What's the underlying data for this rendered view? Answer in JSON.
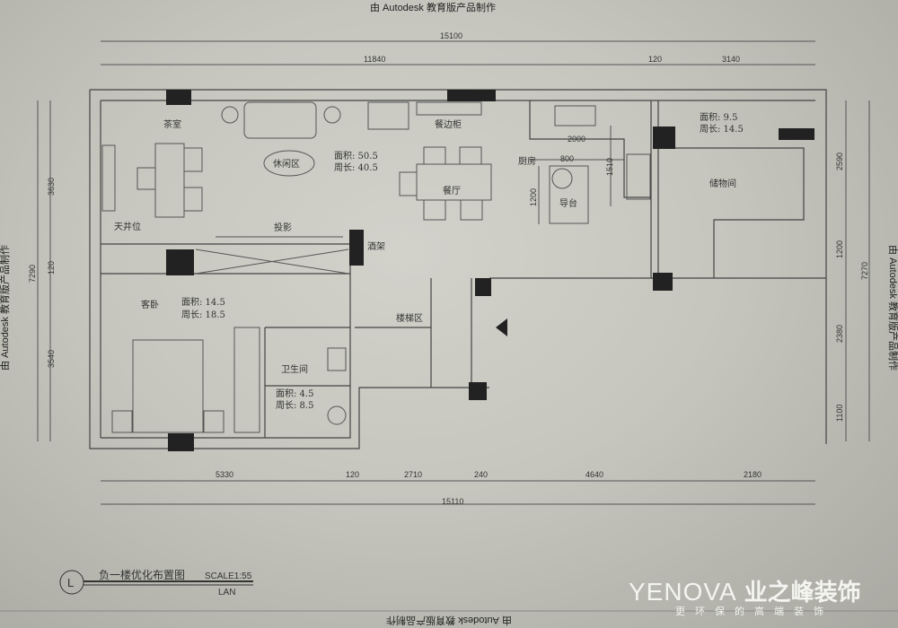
{
  "watermark": "由 Autodesk 教育版产品制作",
  "rooms": {
    "tea_room": "茶室",
    "leisure": "休闲区",
    "sideboard": "餐边柜",
    "dining": "餐厅",
    "kitchen": "厨房",
    "island": "导台",
    "storage": "储物间",
    "courtyard": "天井位",
    "projection": "投影",
    "wine_rack": "酒架",
    "guest_bedroom": "客卧",
    "bathroom": "卫生间",
    "stairs": "楼梯区"
  },
  "areas": {
    "main": {
      "area": "面积: 50.5",
      "perimeter": "周长: 40.5"
    },
    "storage": {
      "area": "面积: 9.5",
      "perimeter": "周长: 14.5"
    },
    "bedroom": {
      "area": "面积: 14.5",
      "perimeter": "周长: 18.5"
    },
    "bathroom": {
      "area": "面积: 4.5",
      "perimeter": "周长: 8.5"
    }
  },
  "dims": {
    "top_total": "15100",
    "top": [
      "11840",
      "120",
      "3140"
    ],
    "bottom": [
      "5330",
      "120",
      "2710",
      "240",
      "4640",
      "2180"
    ],
    "bottom_total": "15110",
    "left": [
      "3630",
      "120",
      "3540"
    ],
    "left_total": "7290",
    "right": [
      "2590",
      "1200",
      "2380",
      "1100"
    ],
    "right_total": "7270",
    "kitchen": [
      "2000",
      "800",
      "1200",
      "1510"
    ]
  },
  "title_block": {
    "marker": "L",
    "title": "负一楼优化布置图",
    "scale": "SCALE1:55",
    "sub": "LAN"
  },
  "logo": {
    "en": "YENOVA",
    "cn": "业之峰装饰",
    "slogan": "更环保的高端装饰"
  }
}
